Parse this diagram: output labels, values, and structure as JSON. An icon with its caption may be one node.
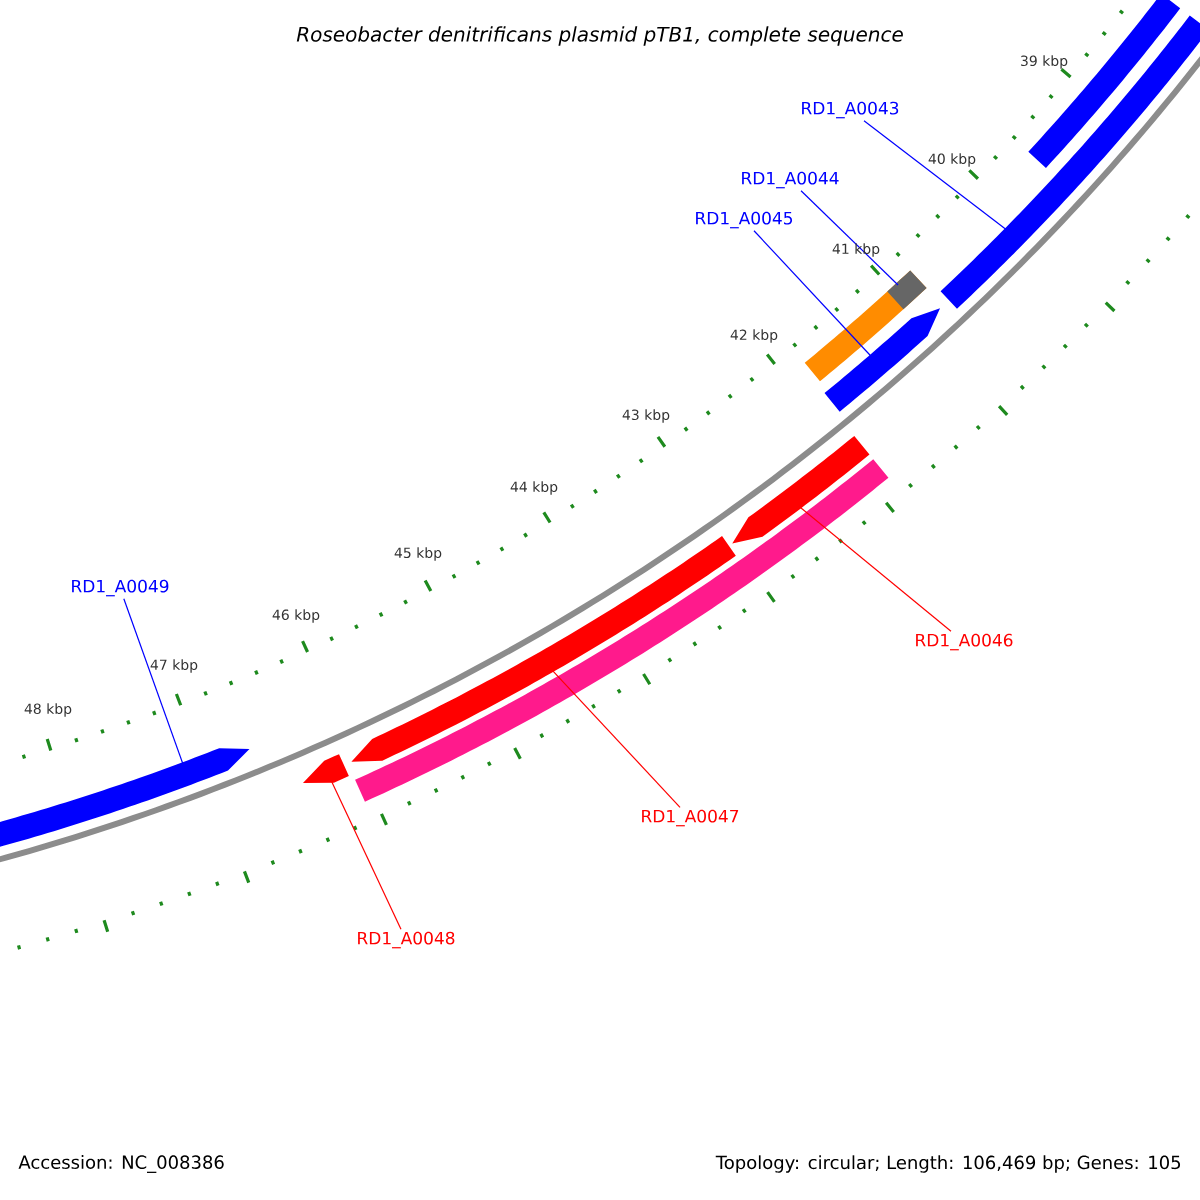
{
  "diagram": {
    "title": "Roseobacter denitrificans plasmid pTB1, complete sequence",
    "nodes": [
      {
        "text": [
          "RD1_A0043"
        ]
      },
      {
        "text": [
          "RD1_A0044"
        ]
      },
      {
        "text": [
          "RD1_A0045"
        ]
      },
      {
        "text": [
          "RD1_A0046"
        ]
      },
      {
        "text": [
          "RD1_A0047"
        ]
      },
      {
        "text": [
          "RD1_A0048"
        ]
      },
      {
        "text": [
          "RD1_A0049"
        ]
      },
      {
        "text": [],
        "shape": "bar"
      },
      {
        "text": [],
        "shape": "bar"
      },
      {
        "text": [],
        "shape": "bar"
      },
      {
        "text": [],
        "shape": "bar"
      },
      {
        "text": [],
        "shape": "bar"
      },
      {
        "text": [],
        "shape": "bar"
      },
      {
        "text": [],
        "shape": "bar"
      },
      {
        "text": [],
        "shape": "bar"
      },
      {
        "text": [],
        "shape": "bar"
      }
    ],
    "edges": [
      {
        "from": 0,
        "to": 8,
        "arrow": "none"
      },
      {
        "from": 1,
        "to": 9,
        "arrow": "none"
      },
      {
        "from": 2,
        "to": 10,
        "arrow": "none"
      },
      {
        "from": 3,
        "to": 11,
        "arrow": "none",
        "color": "#ff0000"
      },
      {
        "from": 4,
        "to": 12,
        "arrow": "none",
        "color": "#ff0000"
      },
      {
        "from": 5,
        "to": 13,
        "arrow": "none",
        "color": "#ff0000"
      },
      {
        "from": 6,
        "to": 15,
        "arrow": "none"
      }
    ],
    "labels": [
      "39 kbp",
      "40 kbp",
      "41 kbp",
      "42 kbp",
      "43 kbp",
      "44 kbp",
      "45 kbp",
      "46 kbp",
      "47 kbp",
      "48 kbp",
      "Accession: NC_008386",
      "Topology: circular; Length: 106,469 bp; Genes: 105"
    ]
  }
}
